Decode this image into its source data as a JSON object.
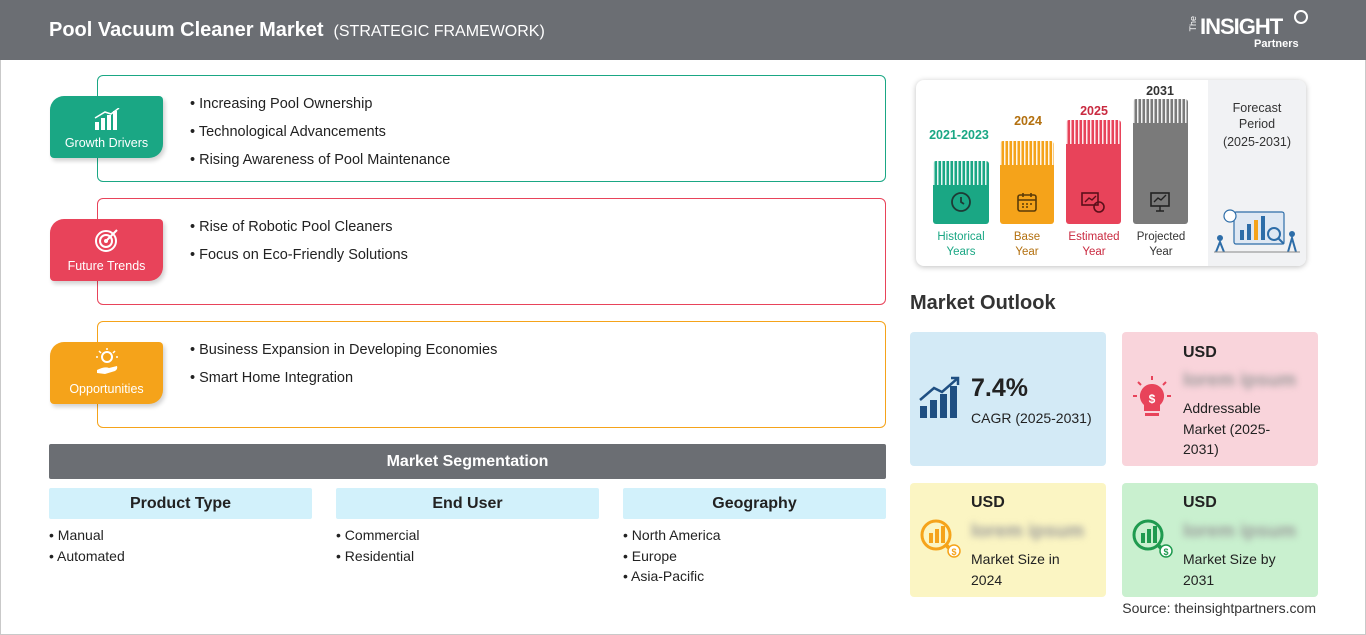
{
  "header": {
    "title": "Pool Vacuum Cleaner Market",
    "subtitle": "(STRATEGIC FRAMEWORK)",
    "logo_the": "The",
    "logo_insight": "INSIGHT",
    "logo_partners": "Partners"
  },
  "framework": {
    "growth_drivers": {
      "label": "Growth Drivers",
      "color": "#1aa784",
      "items": [
        "Increasing Pool Ownership",
        "Technological Advancements",
        "Rising Awareness of Pool Maintenance"
      ]
    },
    "future_trends": {
      "label": "Future Trends",
      "color": "#e8435a",
      "items": [
        "Rise of Robotic Pool Cleaners",
        "Focus on Eco-Friendly Solutions"
      ]
    },
    "opportunities": {
      "label": "Opportunities",
      "color": "#f5a31a",
      "items": [
        "Business Expansion in Developing Economies",
        "Smart Home Integration"
      ]
    }
  },
  "segmentation": {
    "title": "Market Segmentation",
    "columns": [
      {
        "heading": "Product Type",
        "items": [
          "Manual",
          "Automated"
        ]
      },
      {
        "heading": "End User",
        "items": [
          "Commercial",
          "Residential"
        ]
      },
      {
        "heading": "Geography",
        "items": [
          "North America",
          "Europe",
          "Asia-Pacific"
        ]
      }
    ]
  },
  "timeline": {
    "bars": [
      {
        "year": "2021-2023",
        "label1": "Historical",
        "label2": "Years",
        "color": "#1aa784",
        "level": 0.45
      },
      {
        "year": "2024",
        "label1": "Base",
        "label2": "Year",
        "color": "#f5a31a",
        "level": 0.6
      },
      {
        "year": "2025",
        "label1": "Estimated",
        "label2": "Year",
        "color": "#e8435a",
        "level": 0.75
      },
      {
        "year": "2031",
        "label1": "Projected",
        "label2": "Year",
        "color": "#7a7a7a",
        "level": 0.9
      }
    ],
    "forecast_line1": "Forecast",
    "forecast_line2": "Period",
    "forecast_line3": "(2025-2031)"
  },
  "outlook": {
    "title": "Market Outlook",
    "cagr": {
      "value": "7.4%",
      "label": "CAGR (2025-2031)",
      "bg": "#d3eaf6"
    },
    "addressable": {
      "currency": "USD",
      "value": "lorem ipsum",
      "label": "Addressable Market (2025-2031)",
      "bg": "#f9d4db"
    },
    "size_2024": {
      "currency": "USD",
      "value": "lorem ipsum",
      "label": "Market Size in 2024",
      "bg": "#fbf5c3"
    },
    "size_2031": {
      "currency": "USD",
      "value": "lorem ipsum",
      "label": "Market Size by 2031",
      "bg": "#c9f0cf"
    }
  },
  "source": "Source: theinsightpartners.com"
}
